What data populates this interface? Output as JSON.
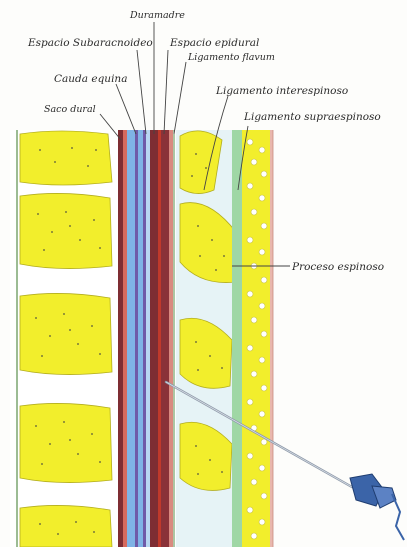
{
  "labels": {
    "duramadre": "Duramadre",
    "espacio_subaracnoideo": "Espacio Subaracnoideo",
    "espacio_epidural": "Espacio epidural",
    "ligamento_flavum": "Ligamento flavum",
    "cauda_equina": "Cauda equina",
    "ligamento_interespinoso": "Ligamento interespinoso",
    "saco_dural": "Saco dural",
    "ligamento_supraespinoso": "Ligamento supraespinoso",
    "proceso_espinoso": "Proceso espinoso"
  },
  "colors": {
    "bone_yellow": "#f2ee2c",
    "bone_dots": "#7a7a3a",
    "disc_white": "#ffffff",
    "dura_brown": "#7e2d33",
    "dura_red": "#c0392b",
    "csf_blue": "#7fb3e6",
    "nerve_purple": "#6f5aa8",
    "ligament_green": "#9fd7a5",
    "skin_pink": "#e9b7ad",
    "needle_gray": "#8e99a8",
    "needle_hub_blue": "#3b64a8"
  },
  "icons": {
    "spinal_needle": "needle-icon"
  }
}
